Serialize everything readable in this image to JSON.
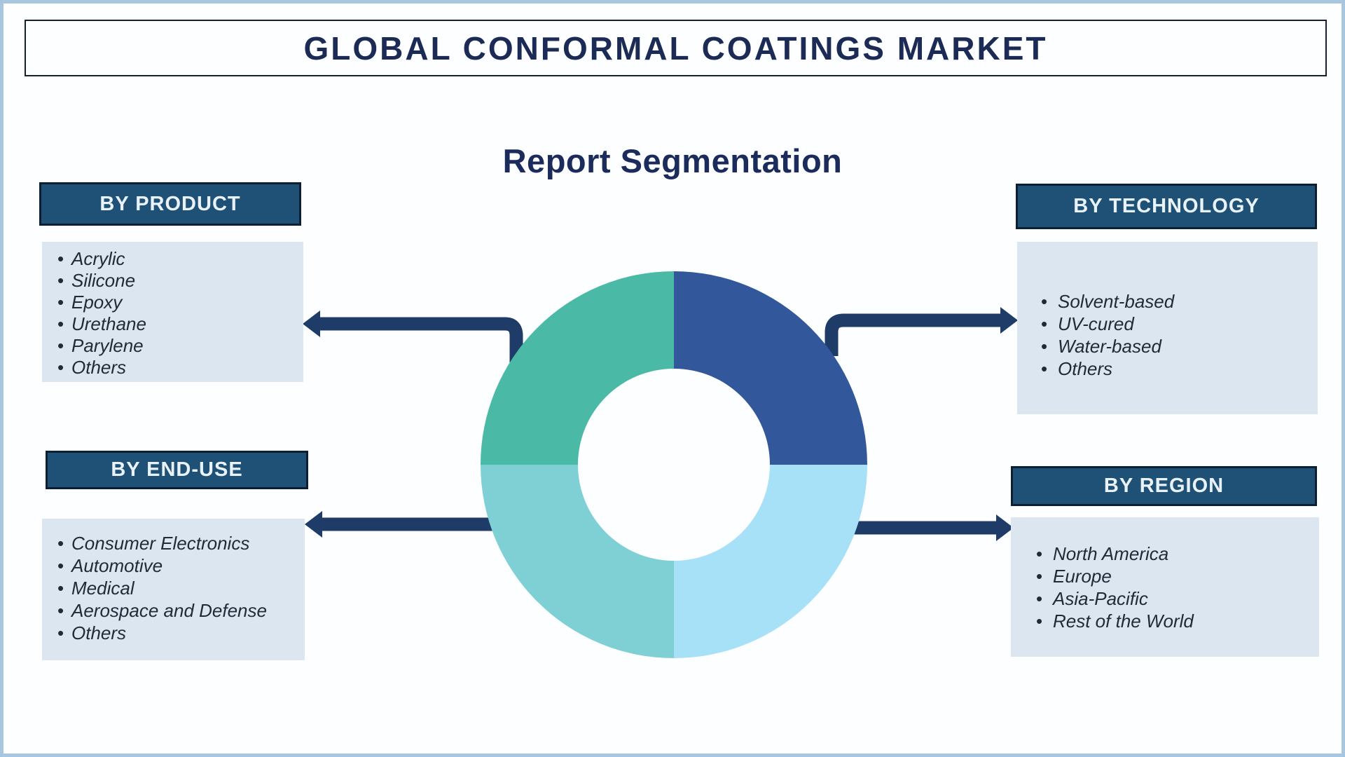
{
  "page": {
    "title": "GLOBAL CONFORMAL COATINGS MARKET",
    "subtitle": "Report Segmentation"
  },
  "sections": {
    "by_product": {
      "label": "BY PRODUCT",
      "items": [
        "Acrylic",
        "Silicone",
        "Epoxy",
        "Urethane",
        "Parylene",
        "Others"
      ]
    },
    "by_technology": {
      "label": "BY TECHNOLOGY",
      "items": [
        "Solvent-based",
        "UV-cured",
        "Water-based",
        "Others"
      ]
    },
    "by_end_use": {
      "label": "BY END-USE",
      "items": [
        "Consumer Electronics",
        "Automotive",
        "Medical",
        "Aerospace and Defense",
        "Others"
      ]
    },
    "by_region": {
      "label": "BY REGION",
      "items": [
        "North America",
        "Europe",
        "Asia-Pacific",
        "Rest of the World"
      ]
    }
  },
  "donut_chart": {
    "type": "donut",
    "segments": [
      {
        "name": "top-right",
        "value": 25,
        "color": "#32589B"
      },
      {
        "name": "bottom-right",
        "value": 25,
        "color": "#A7E1F7"
      },
      {
        "name": "bottom-left",
        "value": 25,
        "color": "#7FD0D5"
      },
      {
        "name": "top-left",
        "value": 25,
        "color": "#4ABAA6"
      }
    ],
    "hole_ratio": 0.5,
    "legend": "none",
    "labels": "none"
  },
  "colors": {
    "frame": "#A9C6E1",
    "title_border": "#16202E",
    "title_text": "#1B2B55",
    "subtitle_text": "#1B2B5B",
    "header_fill": "#1F5176",
    "header_border": "#0D2033",
    "header_text": "#EAF2F9",
    "list_fill": "#DCE6F1",
    "list_text": "#202B38",
    "arrow": "#1F3C68"
  }
}
